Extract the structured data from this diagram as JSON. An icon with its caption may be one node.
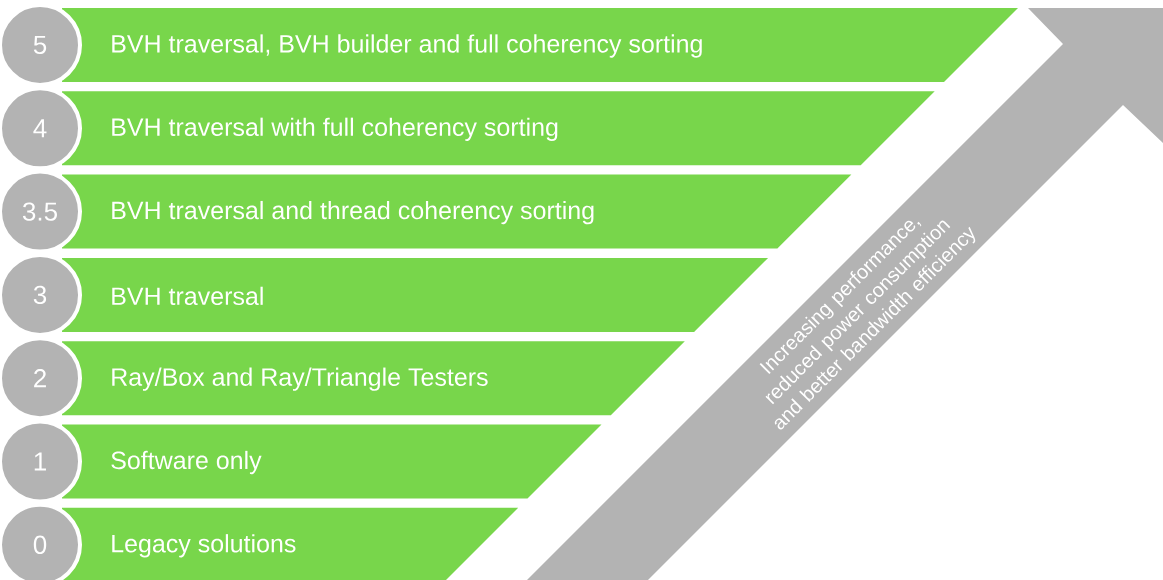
{
  "diagram": {
    "nodes": [
      {
        "text": [
          "5"
        ]
      },
      {
        "text": [
          "BVH traversal, BVH builder and full coherency sorting"
        ]
      },
      {
        "text": [
          "4"
        ]
      },
      {
        "text": [
          "BVH traversal with full coherency sorting"
        ]
      },
      {
        "text": [
          "3.5"
        ]
      },
      {
        "text": [
          "BVH traversal and thread coherency sorting"
        ]
      },
      {
        "text": [
          "3"
        ]
      },
      {
        "text": [
          "BVH traversal"
        ]
      },
      {
        "text": [
          "2"
        ]
      },
      {
        "text": [
          "Ray/Box and Ray/Triangle Testers"
        ]
      },
      {
        "text": [
          "1"
        ]
      },
      {
        "text": [
          "Software only"
        ]
      },
      {
        "text": [
          "0"
        ]
      },
      {
        "text": [
          "Legacy solutions"
        ]
      },
      {
        "text": [
          "Increasing performance, reduced power consumption and better bandwidth efficiency"
        ]
      }
    ]
  }
}
